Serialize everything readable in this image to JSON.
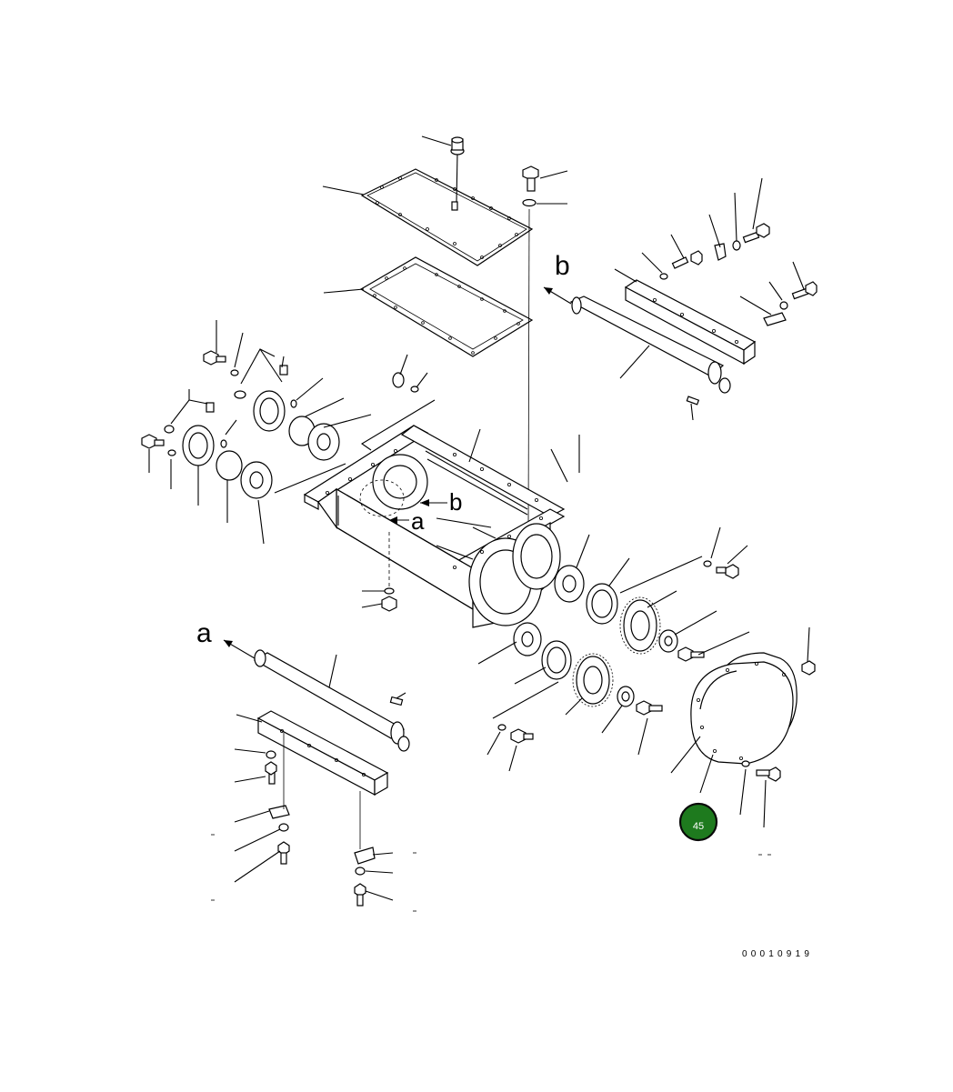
{
  "labels": {
    "view_a": "a",
    "view_b": "b",
    "view_a_center": "a",
    "view_b_center": "b"
  },
  "hotspot": {
    "number": "45",
    "color": "#1e7a1e"
  },
  "drawing_number": "00010919"
}
